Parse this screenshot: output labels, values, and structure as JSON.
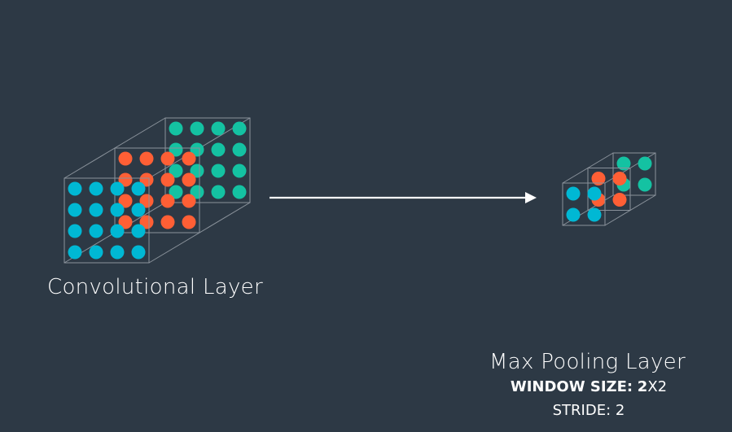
{
  "conv_layer": {
    "label": "Convolutional Layer",
    "grid_size": 4,
    "colors": [
      "#00b8d4",
      "#ff5f35",
      "#14c2a2"
    ]
  },
  "pool_layer": {
    "label": "Max Pooling Layer",
    "grid_size": 2,
    "colors": [
      "#00b8d4",
      "#ff5f35",
      "#14c2a2"
    ]
  },
  "params": {
    "window_label": "WINDOW SIZE:",
    "window_n": "2",
    "window_x": "X2",
    "stride_label": "STRIDE:",
    "stride_value": "2"
  },
  "colors": {
    "background": "#2d3945",
    "frame": "#8a929b",
    "arrow": "#ffffff",
    "text": "#ffffff"
  }
}
